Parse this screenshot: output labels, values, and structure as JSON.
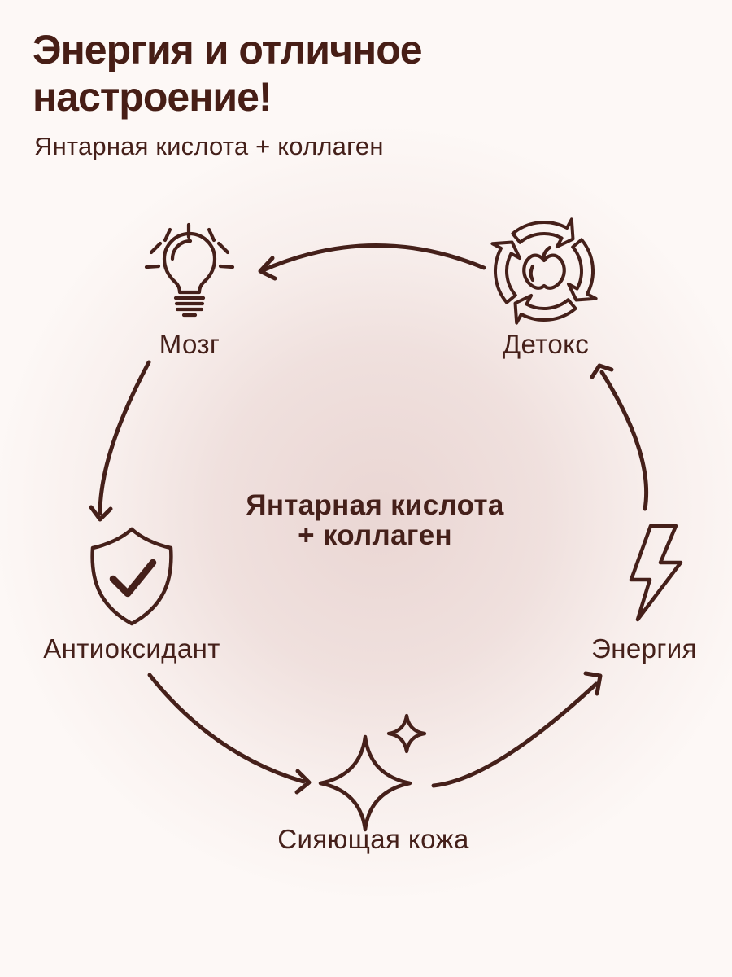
{
  "header": {
    "title": "Энергия и отличное настроение!",
    "subtitle": "Янтарная кислота + коллаген"
  },
  "diagram": {
    "type": "cycle",
    "center_line1": "Янтарная кислота",
    "center_line2": "+ коллаген",
    "nodes": [
      {
        "id": "brain",
        "label": "Мозг",
        "icon": "lightbulb-icon"
      },
      {
        "id": "detox",
        "label": "Детокс",
        "icon": "apple-recycle-icon"
      },
      {
        "id": "antioxidant",
        "label": "Антиоксидант",
        "icon": "shield-check-icon"
      },
      {
        "id": "energy",
        "label": "Энергия",
        "icon": "lightning-icon"
      },
      {
        "id": "skin",
        "label": "Сияющая кожа",
        "icon": "sparkles-icon"
      }
    ],
    "flow": [
      "detox→brain",
      "brain→antioxidant",
      "antioxidant→skin",
      "skin→energy",
      "energy→detox"
    ],
    "colors": {
      "ink": "#45201a",
      "title": "#471e16",
      "background": "#fdf8f6",
      "center_glow": "#eed8d5"
    }
  }
}
